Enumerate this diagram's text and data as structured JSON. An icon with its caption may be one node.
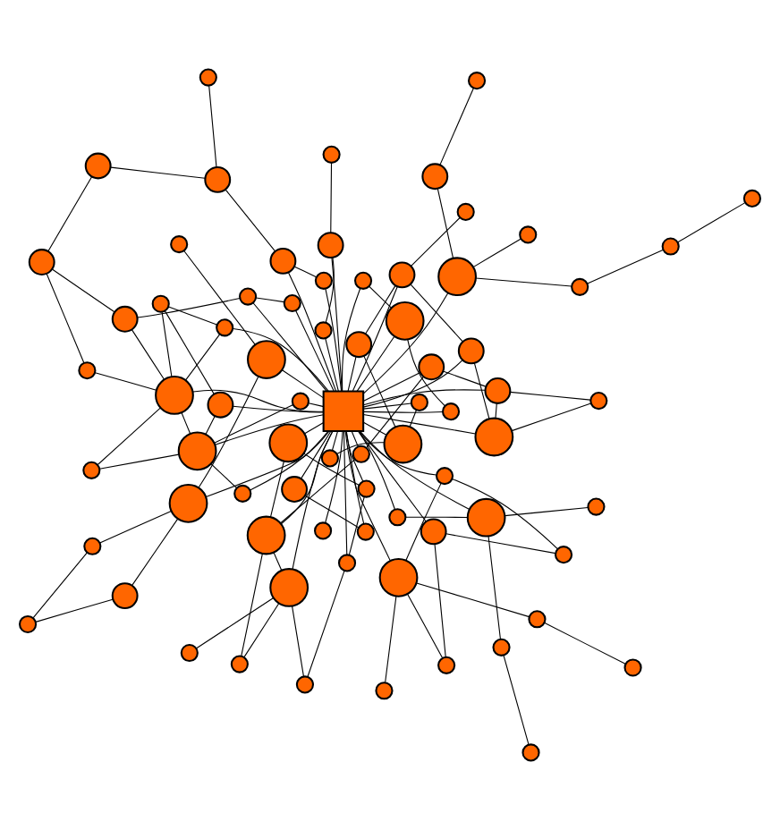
{
  "diagram": {
    "nodes": [
      {
        "text": [],
        "shape": "circle"
      },
      {
        "text": [],
        "shape": "circle"
      },
      {
        "text": [],
        "shape": "circle"
      },
      {
        "text": [],
        "shape": "circle"
      },
      {
        "text": [],
        "shape": "circle"
      },
      {
        "text": [],
        "shape": "circle"
      },
      {
        "text": [],
        "shape": "circle"
      },
      {
        "text": [],
        "shape": "circle"
      },
      {
        "text": [],
        "shape": "circle"
      },
      {
        "text": [],
        "shape": "circle"
      },
      {
        "text": [],
        "shape": "circle"
      },
      {
        "text": [],
        "shape": "circle"
      },
      {
        "text": [],
        "shape": "circle"
      },
      {
        "text": [],
        "shape": "circle"
      },
      {
        "text": [],
        "shape": "circle"
      },
      {
        "text": [],
        "shape": "circle"
      },
      {
        "text": [],
        "shape": "circle"
      },
      {
        "text": [],
        "shape": "circle"
      },
      {
        "text": [],
        "shape": "circle"
      },
      {
        "text": [],
        "shape": "circle"
      },
      {
        "text": [],
        "shape": "circle"
      },
      {
        "text": [],
        "shape": "circle"
      },
      {
        "text": [],
        "shape": "circle"
      },
      {
        "text": [],
        "shape": "circle"
      },
      {
        "text": [],
        "shape": "circle"
      },
      {
        "text": [],
        "shape": "circle"
      },
      {
        "text": [],
        "shape": "circle"
      },
      {
        "text": [],
        "shape": "circle"
      },
      {
        "text": [],
        "shape": "circle"
      },
      {
        "text": [],
        "shape": "circle"
      },
      {
        "text": [],
        "shape": "circle"
      },
      {
        "text": [],
        "shape": "circle"
      },
      {
        "text": [],
        "shape": "circle"
      },
      {
        "text": [],
        "shape": "circle"
      },
      {
        "text": [],
        "shape": "circle"
      },
      {
        "text": [],
        "shape": "circle"
      },
      {
        "text": [],
        "shape": "box"
      },
      {
        "text": [],
        "shape": "circle"
      },
      {
        "text": [],
        "shape": "circle"
      },
      {
        "text": [],
        "shape": "circle"
      },
      {
        "text": [],
        "shape": "circle"
      },
      {
        "text": [],
        "shape": "circle"
      },
      {
        "text": [],
        "shape": "circle"
      },
      {
        "text": [],
        "shape": "circle"
      },
      {
        "text": [],
        "shape": "circle"
      },
      {
        "text": [],
        "shape": "circle"
      },
      {
        "text": [],
        "shape": "circle"
      },
      {
        "text": [],
        "shape": "circle"
      },
      {
        "text": [],
        "shape": "circle"
      },
      {
        "text": [],
        "shape": "circle"
      },
      {
        "text": [],
        "shape": "circle"
      },
      {
        "text": [],
        "shape": "circle"
      },
      {
        "text": [],
        "shape": "circle"
      },
      {
        "text": [],
        "shape": "circle"
      },
      {
        "text": [],
        "shape": "circle"
      },
      {
        "text": [],
        "shape": "circle"
      },
      {
        "text": [],
        "shape": "circle"
      },
      {
        "text": [],
        "shape": "circle"
      },
      {
        "text": [],
        "shape": "circle"
      },
      {
        "text": [],
        "shape": "circle"
      },
      {
        "text": [],
        "shape": "circle"
      },
      {
        "text": [],
        "shape": "circle"
      },
      {
        "text": [],
        "shape": "circle"
      },
      {
        "text": [],
        "shape": "circle"
      },
      {
        "text": [],
        "shape": "circle"
      },
      {
        "text": [],
        "shape": "circle"
      },
      {
        "text": [],
        "shape": "circle"
      },
      {
        "text": [],
        "shape": "circle"
      },
      {
        "text": [],
        "shape": "circle"
      },
      {
        "text": [],
        "shape": "circle"
      },
      {
        "text": [],
        "shape": "circle"
      },
      {
        "text": [],
        "shape": "circle"
      },
      {
        "text": [],
        "shape": "circle"
      },
      {
        "text": [],
        "shape": "circle"
      }
    ],
    "edges": [
      {
        "from": 36,
        "to": 0,
        "arrow": "none"
      },
      {
        "from": 36,
        "to": 1,
        "arrow": "none"
      },
      {
        "from": 36,
        "to": 4,
        "arrow": "none"
      },
      {
        "from": 36,
        "to": 5,
        "arrow": "none"
      },
      {
        "from": 36,
        "to": 8,
        "arrow": "none"
      },
      {
        "from": 36,
        "to": 10,
        "arrow": "none"
      },
      {
        "from": 36,
        "to": 11,
        "arrow": "none"
      },
      {
        "from": 36,
        "to": 13,
        "arrow": "none"
      },
      {
        "from": 36,
        "to": 16,
        "arrow": "none"
      },
      {
        "from": 36,
        "to": 17,
        "arrow": "none"
      },
      {
        "from": 36,
        "to": 20,
        "arrow": "none"
      },
      {
        "from": 36,
        "to": 23,
        "arrow": "none"
      },
      {
        "from": 36,
        "to": 24,
        "arrow": "none"
      },
      {
        "from": 36,
        "to": 26,
        "arrow": "none"
      },
      {
        "from": 36,
        "to": 28,
        "arrow": "none"
      },
      {
        "from": 36,
        "to": 29,
        "arrow": "none"
      },
      {
        "from": 36,
        "to": 31,
        "arrow": "none"
      },
      {
        "from": 36,
        "to": 32,
        "arrow": "none"
      },
      {
        "from": 36,
        "to": 33,
        "arrow": "none"
      },
      {
        "from": 36,
        "to": 34,
        "arrow": "none"
      },
      {
        "from": 36,
        "to": 35,
        "arrow": "none"
      },
      {
        "from": 36,
        "to": 37,
        "arrow": "none"
      },
      {
        "from": 36,
        "to": 38,
        "arrow": "none"
      },
      {
        "from": 36,
        "to": 39,
        "arrow": "none"
      },
      {
        "from": 36,
        "to": 41,
        "arrow": "none"
      },
      {
        "from": 36,
        "to": 43,
        "arrow": "none"
      },
      {
        "from": 36,
        "to": 44,
        "arrow": "none"
      },
      {
        "from": 36,
        "to": 48,
        "arrow": "none"
      },
      {
        "from": 36,
        "to": 49,
        "arrow": "none"
      },
      {
        "from": 36,
        "to": 50,
        "arrow": "none"
      },
      {
        "from": 36,
        "to": 51,
        "arrow": "none"
      },
      {
        "from": 36,
        "to": 52,
        "arrow": "none"
      },
      {
        "from": 36,
        "to": 56,
        "arrow": "none"
      },
      {
        "from": 36,
        "to": 58,
        "arrow": "none"
      },
      {
        "from": 36,
        "to": 59,
        "arrow": "none"
      },
      {
        "from": 36,
        "to": 61,
        "arrow": "none"
      },
      {
        "from": 36,
        "to": 62,
        "arrow": "none"
      },
      {
        "from": 36,
        "to": 63,
        "arrow": "none"
      },
      {
        "from": 36,
        "to": 64,
        "arrow": "none"
      },
      {
        "from": 36,
        "to": 67,
        "arrow": "none"
      },
      {
        "from": 36,
        "to": 69,
        "arrow": "none"
      },
      {
        "from": 0,
        "to": 10,
        "arrow": "none"
      },
      {
        "from": 1,
        "to": 10,
        "arrow": "none"
      },
      {
        "from": 1,
        "to": 3,
        "arrow": "none"
      },
      {
        "from": 3,
        "to": 11,
        "arrow": "none"
      },
      {
        "from": 2,
        "to": 4,
        "arrow": "none"
      },
      {
        "from": 2,
        "to": 5,
        "arrow": "none"
      },
      {
        "from": 4,
        "to": 7,
        "arrow": "none"
      },
      {
        "from": 5,
        "to": 6,
        "arrow": "none"
      },
      {
        "from": 5,
        "to": 15,
        "arrow": "none"
      },
      {
        "from": 5,
        "to": 13,
        "arrow": "none"
      },
      {
        "from": 7,
        "to": 13,
        "arrow": "none"
      },
      {
        "from": 10,
        "to": 11,
        "arrow": "none"
      },
      {
        "from": 10,
        "to": 24,
        "arrow": "none"
      },
      {
        "from": 11,
        "to": 12,
        "arrow": "none"
      },
      {
        "from": 11,
        "to": 18,
        "arrow": "none"
      },
      {
        "from": 11,
        "to": 20,
        "arrow": "none"
      },
      {
        "from": 18,
        "to": 19,
        "arrow": "none"
      },
      {
        "from": 19,
        "to": 27,
        "arrow": "none"
      },
      {
        "from": 18,
        "to": 26,
        "arrow": "none"
      },
      {
        "from": 27,
        "to": 30,
        "arrow": "none"
      },
      {
        "from": 26,
        "to": 29,
        "arrow": "none"
      },
      {
        "from": 30,
        "to": 38,
        "arrow": "none"
      },
      {
        "from": 30,
        "to": 42,
        "arrow": "none"
      },
      {
        "from": 38,
        "to": 37,
        "arrow": "none"
      },
      {
        "from": 35,
        "to": 28,
        "arrow": "none"
      },
      {
        "from": 35,
        "to": 41,
        "arrow": "none"
      },
      {
        "from": 35,
        "to": 34,
        "arrow": "none"
      },
      {
        "from": 41,
        "to": 48,
        "arrow": "none"
      },
      {
        "from": 48,
        "to": 57,
        "arrow": "none"
      },
      {
        "from": 48,
        "to": 49,
        "arrow": "none"
      },
      {
        "from": 49,
        "to": 62,
        "arrow": "none"
      },
      {
        "from": 52,
        "to": 62,
        "arrow": "none"
      },
      {
        "from": 62,
        "to": 68,
        "arrow": "none"
      },
      {
        "from": 51,
        "to": 64,
        "arrow": "none"
      },
      {
        "from": 59,
        "to": 69,
        "arrow": "none"
      },
      {
        "from": 69,
        "to": 72,
        "arrow": "none"
      },
      {
        "from": 69,
        "to": 73,
        "arrow": "none"
      },
      {
        "from": 69,
        "to": 70,
        "arrow": "none"
      },
      {
        "from": 58,
        "to": 65,
        "arrow": "none"
      },
      {
        "from": 58,
        "to": 66,
        "arrow": "none"
      },
      {
        "from": 61,
        "to": 60,
        "arrow": "none"
      },
      {
        "from": 61,
        "to": 56,
        "arrow": "none"
      },
      {
        "from": 43,
        "to": 47,
        "arrow": "none"
      },
      {
        "from": 43,
        "to": 46,
        "arrow": "none"
      },
      {
        "from": 43,
        "to": 39,
        "arrow": "none"
      },
      {
        "from": 31,
        "to": 22,
        "arrow": "none"
      },
      {
        "from": 31,
        "to": 25,
        "arrow": "none"
      },
      {
        "from": 31,
        "to": 33,
        "arrow": "none"
      },
      {
        "from": 25,
        "to": 21,
        "arrow": "none"
      },
      {
        "from": 33,
        "to": 40,
        "arrow": "none"
      },
      {
        "from": 14,
        "to": 15,
        "arrow": "none"
      },
      {
        "from": 16,
        "to": 23,
        "arrow": "none"
      },
      {
        "from": 23,
        "to": 17,
        "arrow": "none"
      },
      {
        "from": 32,
        "to": 44,
        "arrow": "none"
      },
      {
        "from": 45,
        "to": 46,
        "arrow": "none"
      },
      {
        "from": 53,
        "to": 54,
        "arrow": "none"
      },
      {
        "from": 54,
        "to": 55,
        "arrow": "none"
      },
      {
        "from": 55,
        "to": 58,
        "arrow": "none"
      },
      {
        "from": 50,
        "to": 59,
        "arrow": "none"
      },
      {
        "from": 50,
        "to": 63,
        "arrow": "none"
      },
      {
        "from": 51,
        "to": 52,
        "arrow": "none"
      },
      {
        "from": 59,
        "to": 64,
        "arrow": "none"
      },
      {
        "from": 65,
        "to": 71,
        "arrow": "none"
      },
      {
        "from": 67,
        "to": 70,
        "arrow": "none"
      },
      {
        "from": 63,
        "to": 67,
        "arrow": "none"
      },
      {
        "from": 68,
        "to": 52,
        "arrow": "none"
      },
      {
        "from": 73,
        "to": 59,
        "arrow": "none"
      },
      {
        "from": 21,
        "to": 22,
        "arrow": "none"
      },
      {
        "from": 12,
        "to": 19,
        "arrow": "none"
      },
      {
        "from": 3,
        "to": 20,
        "arrow": "none"
      },
      {
        "from": 9,
        "to": 11,
        "arrow": "none"
      },
      {
        "from": 9,
        "to": 10,
        "arrow": "none"
      }
    ]
  }
}
